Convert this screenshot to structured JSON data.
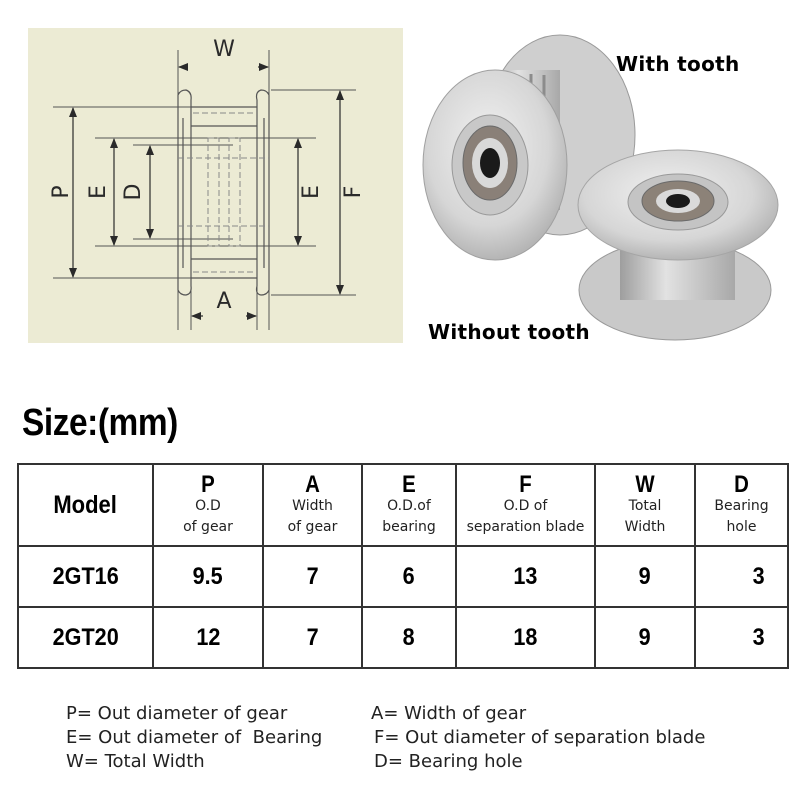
{
  "drawing": {
    "labels": {
      "W": "W",
      "A": "A",
      "P": "P",
      "E_left": "E",
      "D": "D",
      "E_right": "E",
      "F": "F"
    },
    "background": "#ecebd4"
  },
  "photo": {
    "captions": {
      "with_tooth": "With tooth",
      "without_tooth": "Without tooth"
    }
  },
  "size_title": "Size:(mm)",
  "table": {
    "columns": [
      {
        "key": "model",
        "letter": "",
        "label": "Model",
        "sub": []
      },
      {
        "key": "P",
        "letter": "P",
        "sub": [
          "O.D",
          "of gear"
        ]
      },
      {
        "key": "A",
        "letter": "A",
        "sub": [
          "Width",
          "of gear"
        ]
      },
      {
        "key": "E",
        "letter": "E",
        "sub": [
          "O.D.of",
          "bearing"
        ]
      },
      {
        "key": "F",
        "letter": "F",
        "sub": [
          "O.D of",
          "separation blade"
        ]
      },
      {
        "key": "W",
        "letter": "W",
        "sub": [
          "Total",
          "Width"
        ]
      },
      {
        "key": "D",
        "letter": "D",
        "sub": [
          "Bearing",
          "hole"
        ]
      }
    ],
    "rows": [
      {
        "model": "2GT16",
        "P": "9.5",
        "A": "7",
        "E": "6",
        "F": "13",
        "W": "9",
        "D": "3"
      },
      {
        "model": "2GT20",
        "P": "12",
        "A": "7",
        "E": "8",
        "F": "18",
        "W": "9",
        "D": "3"
      }
    ]
  },
  "legend": {
    "left": [
      "P= Out diameter of gear",
      "E= Out diameter of  Bearing",
      "W= Total Width"
    ],
    "right": [
      "A= Width of gear",
      "F= Out diameter of separation blade",
      "D= Bearing hole"
    ]
  }
}
